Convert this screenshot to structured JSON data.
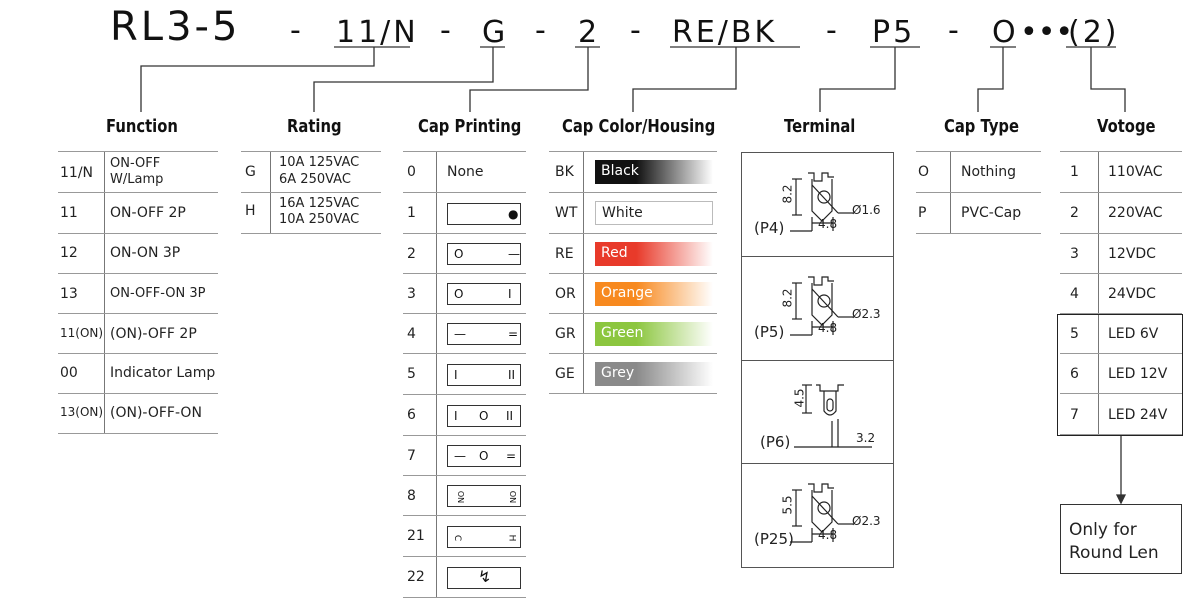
{
  "code": {
    "parts": [
      "RL3-5",
      "11/N",
      "G",
      "2",
      "RE/BK",
      "P5",
      "O",
      "•••",
      "(2)"
    ],
    "dash": "-"
  },
  "function": {
    "header": "Function",
    "rows": [
      {
        "code": "11/N",
        "desc": "ON-OFF",
        "desc2": "W/Lamp"
      },
      {
        "code": "11",
        "desc": "ON-OFF  2P",
        "desc2": ""
      },
      {
        "code": "12",
        "desc": "ON-ON  3P",
        "desc2": ""
      },
      {
        "code": "13",
        "desc": "ON-OFF-ON 3P",
        "desc2": ""
      },
      {
        "code": "11(ON)",
        "desc": "(ON)-OFF 2P",
        "desc2": ""
      },
      {
        "code": "00",
        "desc": "Indicator Lamp",
        "desc2": ""
      },
      {
        "code": "13(ON)",
        "desc": "(ON)-OFF-ON",
        "desc2": ""
      }
    ]
  },
  "rating": {
    "header": "Rating",
    "rows": [
      {
        "code": "G",
        "l1": "10A  125VAC",
        "l2": "6A   250VAC"
      },
      {
        "code": "H",
        "l1": "16A  125VAC",
        "l2": "10A  250VAC"
      }
    ]
  },
  "cap_printing": {
    "header": "Cap Printing",
    "rows": [
      {
        "code": "0",
        "text": "None",
        "sym": []
      },
      {
        "code": "1",
        "text": "",
        "sym": [
          "",
          "●"
        ]
      },
      {
        "code": "2",
        "text": "",
        "sym": [
          "O",
          "—"
        ]
      },
      {
        "code": "3",
        "text": "",
        "sym": [
          "O",
          "I"
        ]
      },
      {
        "code": "4",
        "text": "",
        "sym": [
          "—",
          "="
        ]
      },
      {
        "code": "5",
        "text": "",
        "sym": [
          "I",
          "II"
        ]
      },
      {
        "code": "6",
        "text": "",
        "sym": [
          "I",
          "O",
          "II"
        ]
      },
      {
        "code": "7",
        "text": "",
        "sym": [
          "—",
          "O",
          "="
        ]
      },
      {
        "code": "8",
        "text": "",
        "sym": [
          "ON",
          "NO"
        ]
      },
      {
        "code": "21",
        "text": "",
        "sym": [
          "C",
          "H"
        ]
      },
      {
        "code": "22",
        "text": "",
        "sym": [
          "↯"
        ]
      }
    ]
  },
  "cap_color": {
    "header": "Cap Color/Housing",
    "rows": [
      {
        "code": "BK",
        "name": "Black",
        "color": "#111111",
        "text_color": "#ffffff"
      },
      {
        "code": "WT",
        "name": "White",
        "color": "#ffffff",
        "text_color": "#222222"
      },
      {
        "code": "RE",
        "name": "Red",
        "color": "#e83a2a",
        "text_color": "#ffffff"
      },
      {
        "code": "OR",
        "name": "Orange",
        "color": "#f7891f",
        "text_color": "#ffffff"
      },
      {
        "code": "GR",
        "name": "Green",
        "color": "#8cc63f",
        "text_color": "#ffffff"
      },
      {
        "code": "GE",
        "name": "Grey",
        "color": "#8a8a8a",
        "text_color": "#ffffff"
      }
    ]
  },
  "terminal": {
    "header": "Terminal",
    "items": [
      {
        "label": "(P4)",
        "h": "8.2",
        "w": "4.8",
        "d": "Ø1.6"
      },
      {
        "label": "(P5)",
        "h": "8.2",
        "w": "4.8",
        "d": "Ø2.3"
      },
      {
        "label": "(P6)",
        "h": "4.5",
        "w": "3.2",
        "d": ""
      },
      {
        "label": "(P25)",
        "h": "5.5",
        "w": "4.8",
        "d": "Ø2.3"
      }
    ]
  },
  "cap_type": {
    "header": "Cap Type",
    "rows": [
      {
        "code": "O",
        "desc": "Nothing"
      },
      {
        "code": "P",
        "desc": "PVC-Cap"
      }
    ]
  },
  "voltage": {
    "header": "Votoge",
    "rows": [
      {
        "code": "1",
        "desc": "110VAC"
      },
      {
        "code": "2",
        "desc": "220VAC"
      },
      {
        "code": "3",
        "desc": "12VDC"
      },
      {
        "code": "4",
        "desc": "24VDC"
      },
      {
        "code": "5",
        "desc": "LED 6V"
      },
      {
        "code": "6",
        "desc": "LED 12V"
      },
      {
        "code": "7",
        "desc": "LED 24V"
      }
    ],
    "note": "Only for Round Len"
  }
}
